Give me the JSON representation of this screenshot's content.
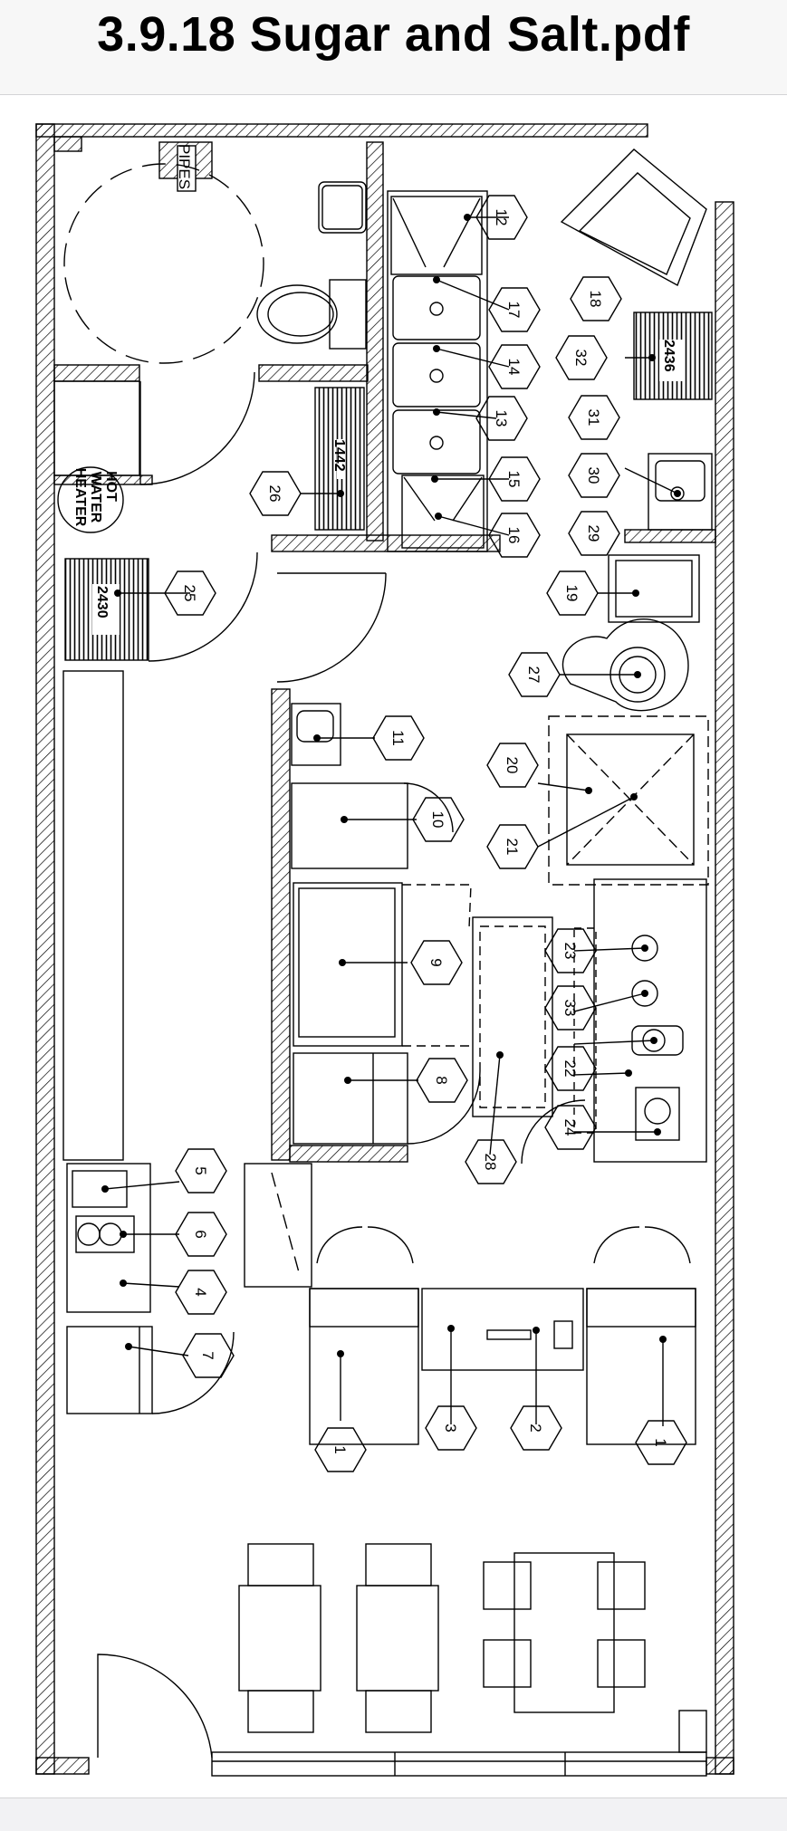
{
  "document": {
    "title": "3.9.18 Sugar and Salt.pdf"
  },
  "plan": {
    "labels": {
      "pipes": "PIPES",
      "hot_water": "HOT",
      "hot_water_2": "WATER",
      "hot_water_3": "HEATER",
      "dim_1442": "1442",
      "dim_2436": "2436",
      "dim_2430": "2430"
    },
    "tags": {
      "t1a": "1",
      "t1b": "1",
      "t2": "2",
      "t3": "3",
      "t4": "4",
      "t5": "5",
      "t6": "6",
      "t7": "7",
      "t8": "8",
      "t9": "9",
      "t10": "10",
      "t11": "11",
      "t12": "12",
      "t13": "13",
      "t14": "14",
      "t15": "15",
      "t16": "16",
      "t17": "17",
      "t18": "18",
      "t19": "19",
      "t20": "20",
      "t21": "21",
      "t22": "22",
      "t23": "23",
      "t24": "24",
      "t25": "25",
      "t26": "26",
      "t27": "27",
      "t28": "28",
      "t29": "29",
      "t30": "30",
      "t31": "31",
      "t32": "32",
      "t33": "33"
    }
  }
}
